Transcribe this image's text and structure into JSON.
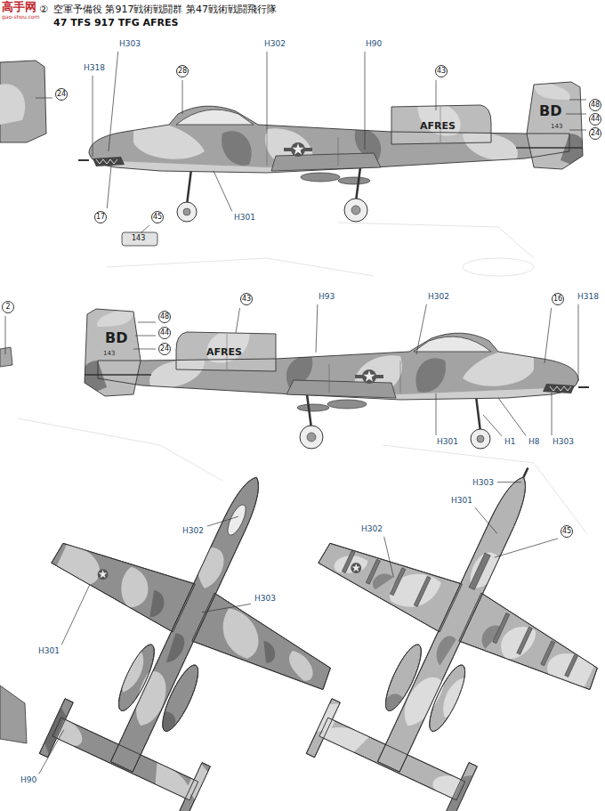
{
  "diagram": {
    "title": "空軍予備役 第917戦術戦闘群 第47戦術戦闘飛行隊",
    "labels": [
      "高手网",
      "gao-shou.com",
      "②",
      "47 TFS 917 TFG AFRES",
      "H303",
      "28",
      "H302",
      "H90",
      "43",
      "H318",
      "24",
      "17",
      "45",
      "143",
      "H301",
      "48",
      "44",
      "24",
      "AFRES",
      "BD",
      "143",
      "2",
      "43",
      "H93",
      "H302",
      "16",
      "H318",
      "48",
      "44",
      "24",
      "BD",
      "143",
      "AFRES",
      "H301",
      "H1",
      "H8",
      "H303",
      "H302",
      "H303",
      "H301",
      "H90",
      "H303",
      "H301",
      "H302",
      "45"
    ]
  }
}
